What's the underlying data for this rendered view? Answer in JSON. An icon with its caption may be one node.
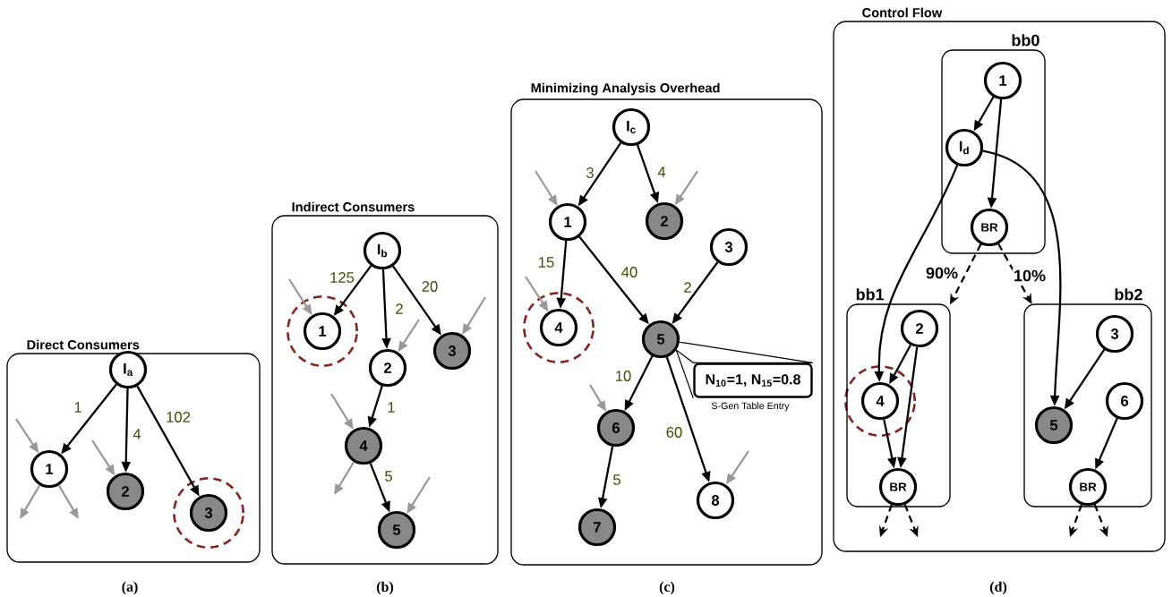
{
  "diagram": {
    "nodes": [
      {
        "text": [
          "Direct Consumers"
        ]
      },
      {
        "text": [
          "I$_{a}$"
        ],
        "in": 0
      },
      {
        "text": [
          "1"
        ],
        "in": 0
      },
      {
        "text": [
          "2"
        ],
        "in": 0
      },
      {
        "text": [
          "3"
        ],
        "in": 0
      },
      {
        "text": [
          "Indirect Consumers"
        ]
      },
      {
        "text": [
          "I$_{b}$"
        ],
        "in": 5
      },
      {
        "text": [
          "1"
        ],
        "in": 5
      },
      {
        "text": [
          "2"
        ],
        "in": 5
      },
      {
        "text": [
          "3"
        ],
        "in": 5
      },
      {
        "text": [
          "4"
        ],
        "in": 5
      },
      {
        "text": [
          "5"
        ],
        "in": 5
      },
      {
        "text": [
          "Minimizing Analysis Overhead"
        ]
      },
      {
        "text": [
          "I$_{c}$"
        ],
        "in": 12
      },
      {
        "text": [
          "1"
        ],
        "in": 12
      },
      {
        "text": [
          "2"
        ],
        "in": 12
      },
      {
        "text": [
          "3"
        ],
        "in": 12
      },
      {
        "text": [
          "4"
        ],
        "in": 12
      },
      {
        "text": [
          "5"
        ],
        "in": 12
      },
      {
        "text": [
          "6"
        ],
        "in": 12
      },
      {
        "text": [
          "7"
        ],
        "in": 12
      },
      {
        "text": [
          "8"
        ],
        "in": 12
      },
      {
        "text": [
          "N$_{10}$=1, N$_{15}$=0.8"
        ],
        "beside": [
          "S-Gen Table Entry"
        ],
        "in": 12
      },
      {
        "text": [
          "Control Flow"
        ]
      },
      {
        "text": [
          "bb0"
        ],
        "in": 23
      },
      {
        "text": [
          "1"
        ],
        "in": 24
      },
      {
        "text": [
          "I$_{d}$"
        ],
        "in": 24
      },
      {
        "text": [
          "BR"
        ],
        "in": 24
      },
      {
        "text": [
          "bb1"
        ],
        "in": 23
      },
      {
        "text": [
          "2"
        ],
        "in": 28
      },
      {
        "text": [
          "4"
        ],
        "in": 28
      },
      {
        "text": [
          "BR"
        ],
        "in": 28
      },
      {
        "text": [
          "bb2"
        ],
        "in": 23
      },
      {
        "text": [
          "3"
        ],
        "in": 32
      },
      {
        "text": [
          "5"
        ],
        "in": 32
      },
      {
        "text": [
          "6"
        ],
        "in": 32
      },
      {
        "text": [
          "BR"
        ],
        "in": 32
      }
    ],
    "edges": [
      {
        "from": 1,
        "to": 2,
        "arrow": "to",
        "label": "1"
      },
      {
        "from": 1,
        "to": 3,
        "arrow": "to",
        "label": "4"
      },
      {
        "from": 1,
        "to": 4,
        "arrow": "to",
        "label": "102"
      },
      {
        "from": null,
        "to": 2,
        "arrow": "to",
        "color": "#999999"
      },
      {
        "from": null,
        "to": 3,
        "arrow": "to",
        "color": "#999999"
      },
      {
        "from": 2,
        "to": null,
        "arrow": "to",
        "color": "#999999"
      },
      {
        "from": 2,
        "to": null,
        "arrow": "to",
        "color": "#999999"
      },
      {
        "from": 6,
        "to": 7,
        "arrow": "to",
        "label": "125"
      },
      {
        "from": 6,
        "to": 8,
        "arrow": "to",
        "label": "2"
      },
      {
        "from": 6,
        "to": 9,
        "arrow": "to",
        "label": "20"
      },
      {
        "from": 8,
        "to": 10,
        "arrow": "to",
        "label": "1"
      },
      {
        "from": 10,
        "to": 11,
        "arrow": "to",
        "label": "5"
      },
      {
        "from": null,
        "to": 7,
        "arrow": "to",
        "color": "#999999"
      },
      {
        "from": null,
        "to": 8,
        "arrow": "to",
        "color": "#999999"
      },
      {
        "from": null,
        "to": 9,
        "arrow": "to",
        "color": "#999999"
      },
      {
        "from": null,
        "to": 10,
        "arrow": "to",
        "color": "#999999"
      },
      {
        "from": 10,
        "to": null,
        "arrow": "to",
        "color": "#999999"
      },
      {
        "from": null,
        "to": 11,
        "arrow": "to",
        "color": "#999999"
      },
      {
        "from": 13,
        "to": 14,
        "arrow": "to",
        "label": "3"
      },
      {
        "from": 13,
        "to": 15,
        "arrow": "to",
        "label": "4"
      },
      {
        "from": 14,
        "to": 17,
        "arrow": "to",
        "label": "15"
      },
      {
        "from": 14,
        "to": 18,
        "arrow": "to",
        "label": "40"
      },
      {
        "from": 16,
        "to": 18,
        "arrow": "to",
        "label": "2"
      },
      {
        "from": 18,
        "to": 19,
        "arrow": "to",
        "label": "10"
      },
      {
        "from": 18,
        "to": 21,
        "arrow": "to",
        "label": "60"
      },
      {
        "from": 19,
        "to": 20,
        "arrow": "to",
        "label": "5"
      },
      {
        "from": 18,
        "to": 22,
        "arrow": "none"
      },
      {
        "from": null,
        "to": 14,
        "arrow": "to",
        "color": "#999999"
      },
      {
        "from": null,
        "to": 15,
        "arrow": "to",
        "color": "#999999"
      },
      {
        "from": null,
        "to": 17,
        "arrow": "to",
        "color": "#999999"
      },
      {
        "from": null,
        "to": 19,
        "arrow": "to",
        "color": "#999999"
      },
      {
        "from": null,
        "to": 21,
        "arrow": "to",
        "color": "#999999"
      },
      {
        "from": 25,
        "to": 26,
        "arrow": "to"
      },
      {
        "from": 25,
        "to": 27,
        "arrow": "to"
      },
      {
        "from": 26,
        "to": 30,
        "arrow": "to"
      },
      {
        "from": 26,
        "to": 34,
        "arrow": "to"
      },
      {
        "from": 27,
        "to": 28,
        "arrow": "to",
        "style": "dashed",
        "label": "90%"
      },
      {
        "from": 27,
        "to": 32,
        "arrow": "to",
        "style": "dashed",
        "label": "10%"
      },
      {
        "from": 29,
        "to": 30,
        "arrow": "to"
      },
      {
        "from": 29,
        "to": 31,
        "arrow": "to"
      },
      {
        "from": 30,
        "to": 31,
        "arrow": "to"
      },
      {
        "from": 33,
        "to": 34,
        "arrow": "to"
      },
      {
        "from": 35,
        "to": 36,
        "arrow": "to"
      },
      {
        "from": 31,
        "to": null,
        "arrow": "to",
        "style": "dashed"
      },
      {
        "from": 31,
        "to": null,
        "arrow": "to",
        "style": "dashed"
      },
      {
        "from": 36,
        "to": null,
        "arrow": "to",
        "style": "dashed"
      },
      {
        "from": 36,
        "to": null,
        "arrow": "to",
        "style": "dashed"
      }
    ],
    "labels": [
      "(a)",
      "(b)",
      "(c)",
      "(d)"
    ]
  }
}
